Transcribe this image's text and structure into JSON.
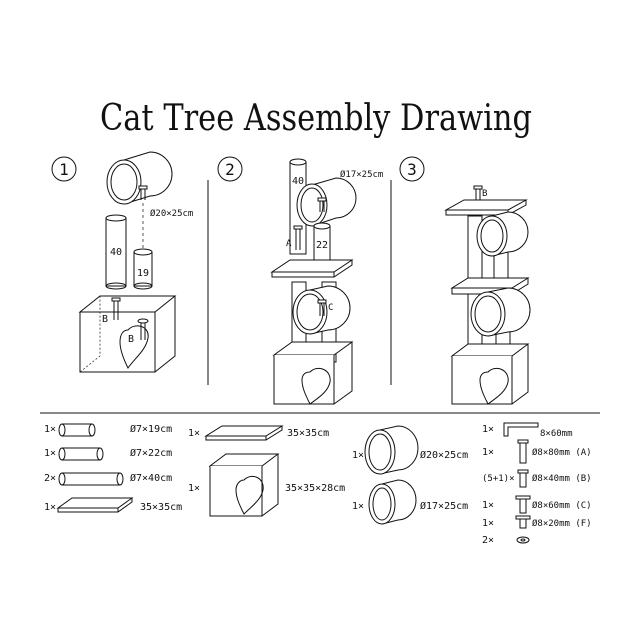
{
  "title": "Cat Tree Assembly Drawing",
  "steps": [
    "1",
    "2",
    "3"
  ],
  "step1": {
    "pole_long": "40",
    "pole_short": "19",
    "tube_size": "Ø20×25cm",
    "label_b1": "B",
    "label_b2": "B"
  },
  "step2": {
    "pole_long": "40",
    "pole_mid": "22",
    "tube_size": "Ø17×25cm",
    "label_a": "A",
    "label_c": "C"
  },
  "step3": {
    "label_b": "B"
  },
  "parts": {
    "pole19": {
      "qty": "1×",
      "size": "Ø7×19cm"
    },
    "pole22": {
      "qty": "1×",
      "size": "Ø7×22cm"
    },
    "pole40": {
      "qty": "2×",
      "size": "Ø7×40cm"
    },
    "board1": {
      "qty": "1×",
      "size": "35×35cm"
    },
    "board2": {
      "qty": "1×",
      "size": "35×35cm"
    },
    "box": {
      "qty": "1×",
      "size": "35×35×28cm"
    },
    "tube20": {
      "qty": "1×",
      "size": "Ø20×25cm"
    },
    "tube17": {
      "qty": "1×",
      "size": "Ø17×25cm"
    }
  },
  "hardware": {
    "wrench": {
      "qty": "1×",
      "size": "8×60mm"
    },
    "screwA": {
      "qty": "1×",
      "size": "Ø8×80mm (A)"
    },
    "screwB": {
      "qty": "(5+1)×",
      "size": "Ø8×40mm (B)"
    },
    "screwC": {
      "qty": "1×",
      "size": "Ø8×60mm (C)"
    },
    "screwF": {
      "qty": "1×",
      "size": "Ø8×20mm (F)"
    },
    "washer": {
      "qty": "2×"
    }
  }
}
